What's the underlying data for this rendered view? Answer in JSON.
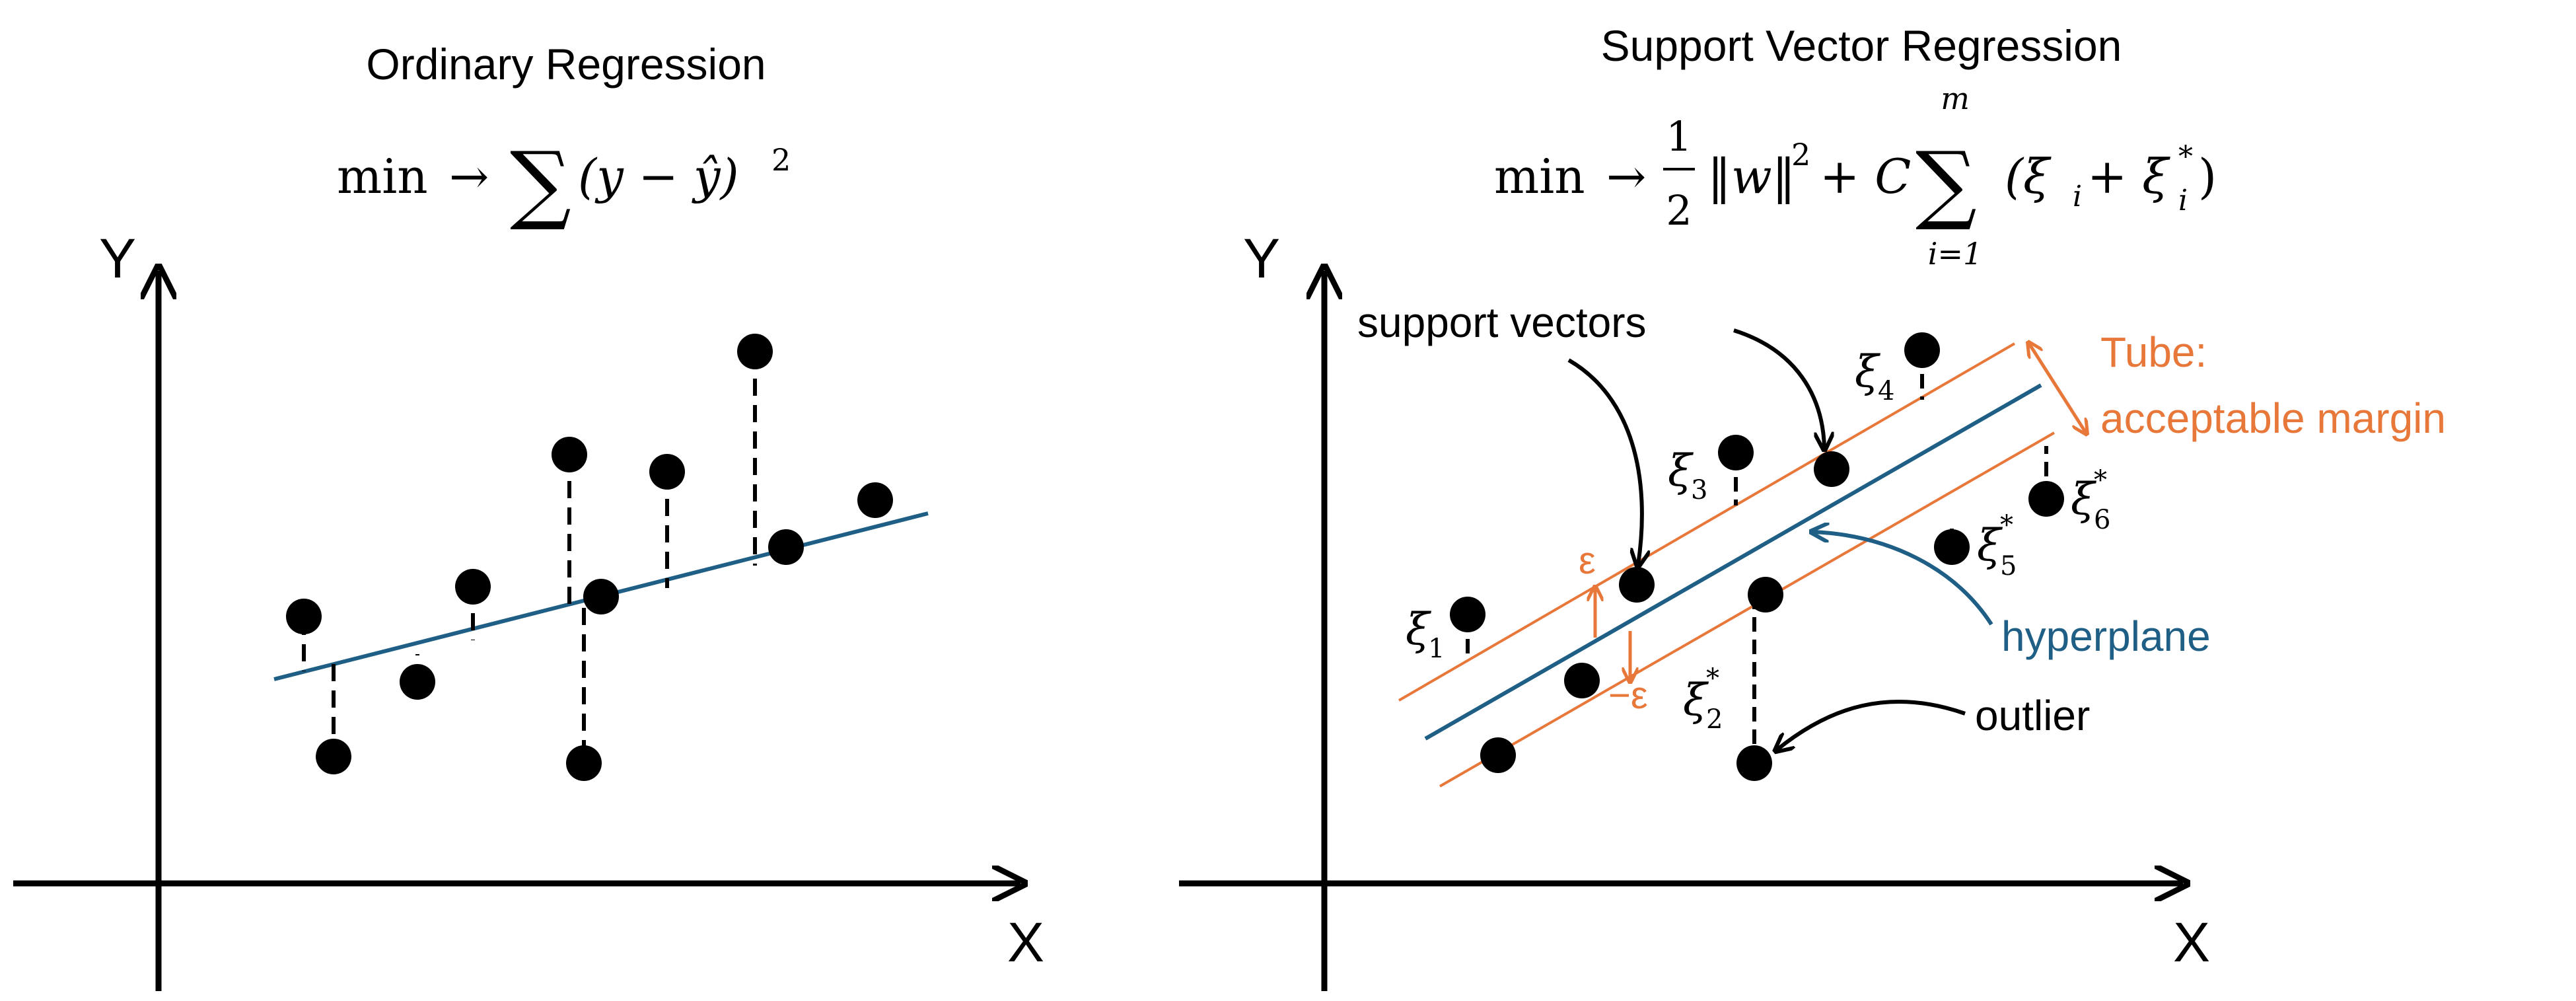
{
  "colors": {
    "ink": "#000000",
    "regression_line": "#1f5f86",
    "tube_orange": "#e8773a",
    "background": "#ffffff"
  },
  "left_panel": {
    "title": "Ordinary Regression",
    "formula": {
      "min": "min",
      "arrow": "→",
      "sum": "∑",
      "body": "(y − ŷ)",
      "exponent": "2"
    },
    "axes": {
      "y": "Y",
      "x": "X"
    }
  },
  "right_panel": {
    "title": "Support Vector Regression",
    "formula": {
      "min": "min",
      "arrow": "→",
      "frac_num": "1",
      "frac_den": "2",
      "norm": "‖w‖",
      "norm_exp": "2",
      "plus_c": "+ C",
      "sum": "∑",
      "sum_top": "m",
      "sum_bottom": "i=1",
      "body": "(ξ",
      "sub_i": "i",
      "plus": " + ξ",
      "star": "*",
      "sub_i2": "i",
      "close": ")"
    },
    "axes": {
      "y": "Y",
      "x": "X"
    },
    "labels": {
      "support_vectors": "support vectors",
      "tube_line1": "Tube:",
      "tube_line2": "acceptable margin",
      "hyperplane": "hyperplane",
      "outlier": "outlier",
      "epsilon": "ε",
      "neg_epsilon": "−ε"
    },
    "slacks": [
      {
        "base": "ξ",
        "sub": "1",
        "star": ""
      },
      {
        "base": "ξ",
        "sub": "2",
        "star": "*"
      },
      {
        "base": "ξ",
        "sub": "3",
        "star": ""
      },
      {
        "base": "ξ",
        "sub": "4",
        "star": ""
      },
      {
        "base": "ξ",
        "sub": "5",
        "star": "*"
      },
      {
        "base": "ξ",
        "sub": "6",
        "star": "*"
      }
    ]
  }
}
